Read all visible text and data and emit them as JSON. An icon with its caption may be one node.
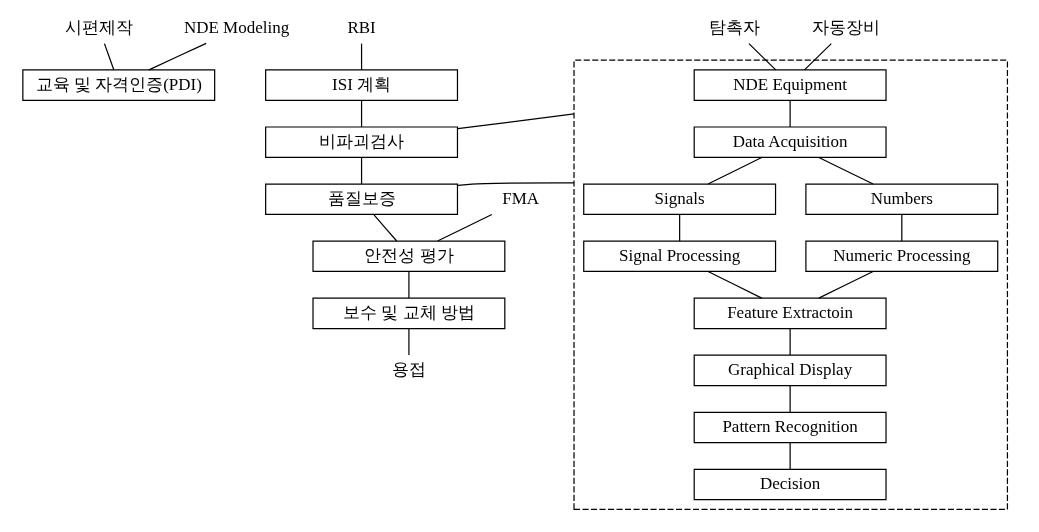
{
  "diagram": {
    "nodes": [
      {
        "text": [
          "시편제작"
        ]
      },
      {
        "text": [
          "NDE Modeling"
        ]
      },
      {
        "text": [
          "교육 및 자격인증(PDI)"
        ]
      },
      {
        "text": [
          "RBI"
        ]
      },
      {
        "text": [
          "ISI 계획"
        ]
      },
      {
        "text": [
          "비파괴검사"
        ]
      },
      {
        "text": [
          "품질보증"
        ]
      },
      {
        "text": [
          "FMA"
        ]
      },
      {
        "text": [
          "안전성 평가"
        ]
      },
      {
        "text": [
          "보수 및 교체 방법"
        ]
      },
      {
        "text": [
          "용접"
        ]
      },
      {
        "text": [
          "탐촉자"
        ]
      },
      {
        "text": [
          "자동장비"
        ]
      },
      {
        "text": [],
        "shape": "box"
      },
      {
        "text": [
          "NDE Equipment"
        ],
        "in": 13
      },
      {
        "text": [
          "Data Acquisition"
        ],
        "in": 13
      },
      {
        "text": [
          "Signals"
        ],
        "in": 13
      },
      {
        "text": [
          "Numbers"
        ],
        "in": 13
      },
      {
        "text": [
          "Signal Processing"
        ],
        "in": 13
      },
      {
        "text": [
          "Numeric Processing"
        ],
        "in": 13
      },
      {
        "text": [
          "Feature Extractoin"
        ],
        "in": 13
      },
      {
        "text": [
          "Graphical Display"
        ],
        "in": 13
      },
      {
        "text": [
          "Pattern Recognition"
        ],
        "in": 13
      },
      {
        "text": [
          "Decision"
        ],
        "in": 13
      }
    ],
    "edges": [
      {
        "from": 0,
        "to": 2,
        "arrow": "none"
      },
      {
        "from": 1,
        "to": 2,
        "arrow": "none"
      },
      {
        "from": 3,
        "to": 4,
        "arrow": "none"
      },
      {
        "from": 4,
        "to": 5,
        "arrow": "none"
      },
      {
        "from": 5,
        "to": 6,
        "arrow": "none"
      },
      {
        "from": 6,
        "to": 8,
        "arrow": "none"
      },
      {
        "from": 7,
        "to": 8,
        "arrow": "none"
      },
      {
        "from": 8,
        "to": 9,
        "arrow": "none"
      },
      {
        "from": 9,
        "to": 10,
        "arrow": "none"
      },
      {
        "from": 5,
        "to": 13,
        "arrow": "none"
      },
      {
        "from": 6,
        "to": 13,
        "arrow": "none"
      },
      {
        "from": 11,
        "to": 14,
        "arrow": "none"
      },
      {
        "from": 12,
        "to": 14,
        "arrow": "none"
      },
      {
        "from": 14,
        "to": 15,
        "arrow": "none"
      },
      {
        "from": 15,
        "to": 16,
        "arrow": "none"
      },
      {
        "from": 15,
        "to": 17,
        "arrow": "none"
      },
      {
        "from": 16,
        "to": 18,
        "arrow": "none"
      },
      {
        "from": 17,
        "to": 19,
        "arrow": "none"
      },
      {
        "from": 18,
        "to": 20,
        "arrow": "none"
      },
      {
        "from": 19,
        "to": 20,
        "arrow": "none"
      },
      {
        "from": 20,
        "to": 21,
        "arrow": "none"
      },
      {
        "from": 21,
        "to": 22,
        "arrow": "none"
      },
      {
        "from": 22,
        "to": 23,
        "arrow": "none"
      }
    ]
  }
}
